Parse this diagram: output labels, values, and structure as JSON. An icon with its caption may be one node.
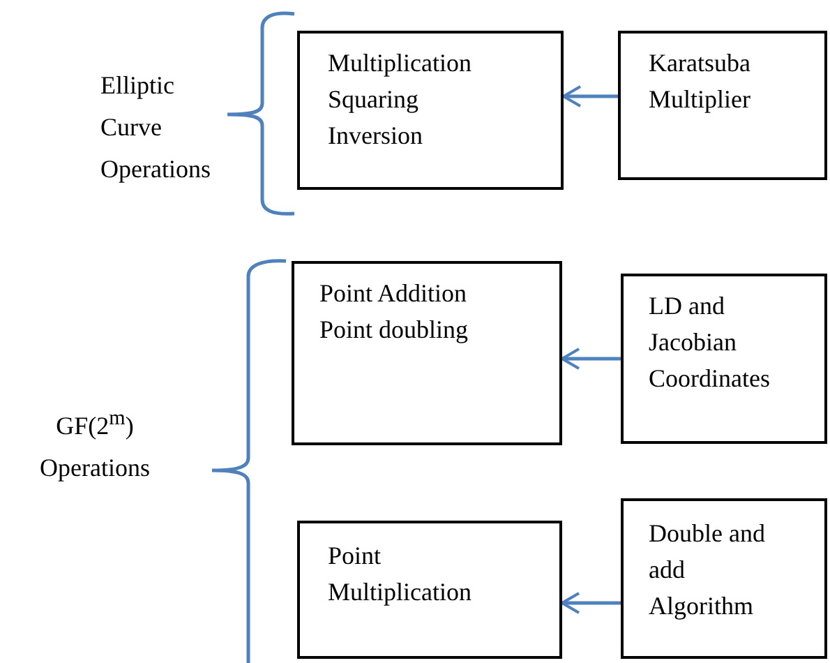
{
  "diagram": {
    "nodes": [
      {
        "text": [
          "Multiplication Squaring Inversion"
        ]
      },
      {
        "text": [
          "Karatsuba Multiplier"
        ]
      },
      {
        "text": [
          "Point Addition Point doubling"
        ]
      },
      {
        "text": [
          "LD and Jacobian Coordinates"
        ]
      },
      {
        "text": [
          "Point Multiplication"
        ]
      },
      {
        "text": [
          "Double and add Algorithm"
        ]
      }
    ],
    "edges": [
      {
        "from": 1,
        "to": 0,
        "arrow": "to"
      },
      {
        "from": 3,
        "to": 2,
        "arrow": "to"
      },
      {
        "from": 5,
        "to": 4,
        "arrow": "to"
      }
    ],
    "labels": [
      "Elliptic Curve Operations",
      "GF(2$^{m}$) Operations"
    ]
  }
}
